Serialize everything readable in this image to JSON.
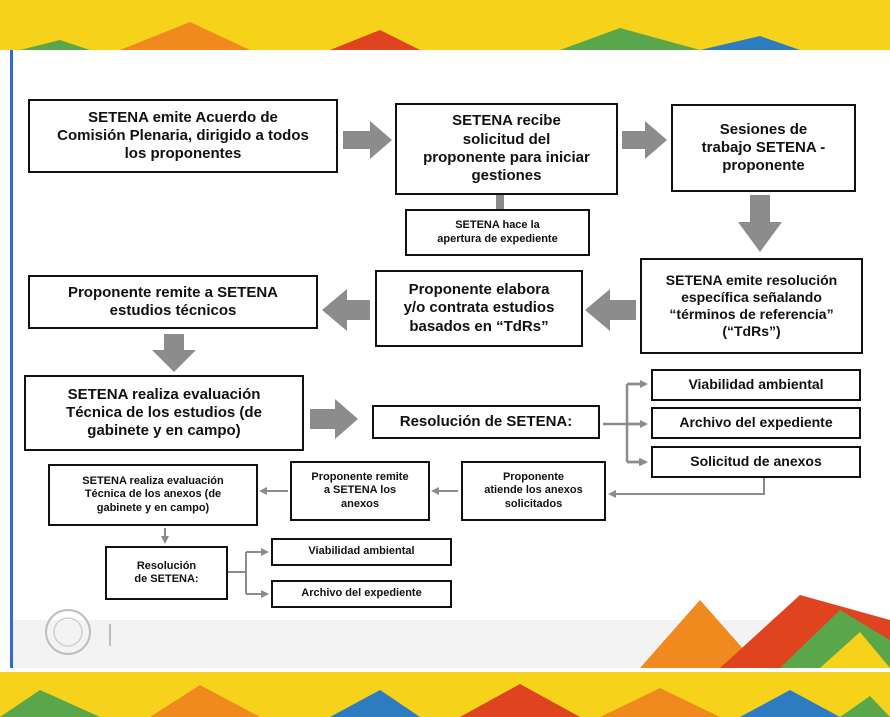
{
  "nodes": {
    "setena_emite_acuerdo": "SETENA emite Acuerdo de\nComisión Plenaria, dirigido a todos\nlos proponentes",
    "setena_recibe_solicitud": "SETENA recibe\nsolicitud del\nproponente para iniciar\ngestiones",
    "sesiones_trabajo": "Sesiones de\ntrabajo SETENA -\nproponente",
    "apertura_expediente": "SETENA hace la\napertura de expediente",
    "emite_resolucion_tdrs": "SETENA emite resolución\nespecífica señalando\n“términos de referencia”\n(“TdRs”)",
    "proponente_elabora": "Proponente elabora\ny/o contrata estudios\nbasados en “TdRs”",
    "proponente_remite_estudios": "Proponente remite a SETENA\nestudios técnicos",
    "setena_evaluacion": "SETENA realiza evaluación\nTécnica de los estudios (de\ngabinete y en campo)",
    "resolucion_setena": "Resolución de SETENA:",
    "viabilidad_ambiental": "Viabilidad ambiental",
    "archivo_expediente": "Archivo del expediente",
    "solicitud_anexos": "Solicitud de anexos",
    "proponente_atiende_anexos": "Proponente\natiende los anexos\nsolicitados",
    "proponente_remite_anexos": "Proponente remite\na SETENA los\nanexos",
    "setena_evaluacion_anexos": "SETENA realiza evaluación\nTécnica de los anexos (de\ngabinete y en campo)",
    "resolucion_setena_2": "Resolución\nde SETENA:",
    "viabilidad_ambiental_2": "Viabilidad ambiental",
    "archivo_expediente_2": "Archivo del expediente"
  },
  "colors": {
    "arrow": "#8c8c8c",
    "border": "#111111",
    "banner_yellow": "#f6d21a",
    "banner_orange": "#f08a1f",
    "banner_red": "#e0431f",
    "banner_green": "#5aa64a",
    "banner_blue": "#2c7cc2",
    "frame_blue": "#2f6bd0"
  }
}
